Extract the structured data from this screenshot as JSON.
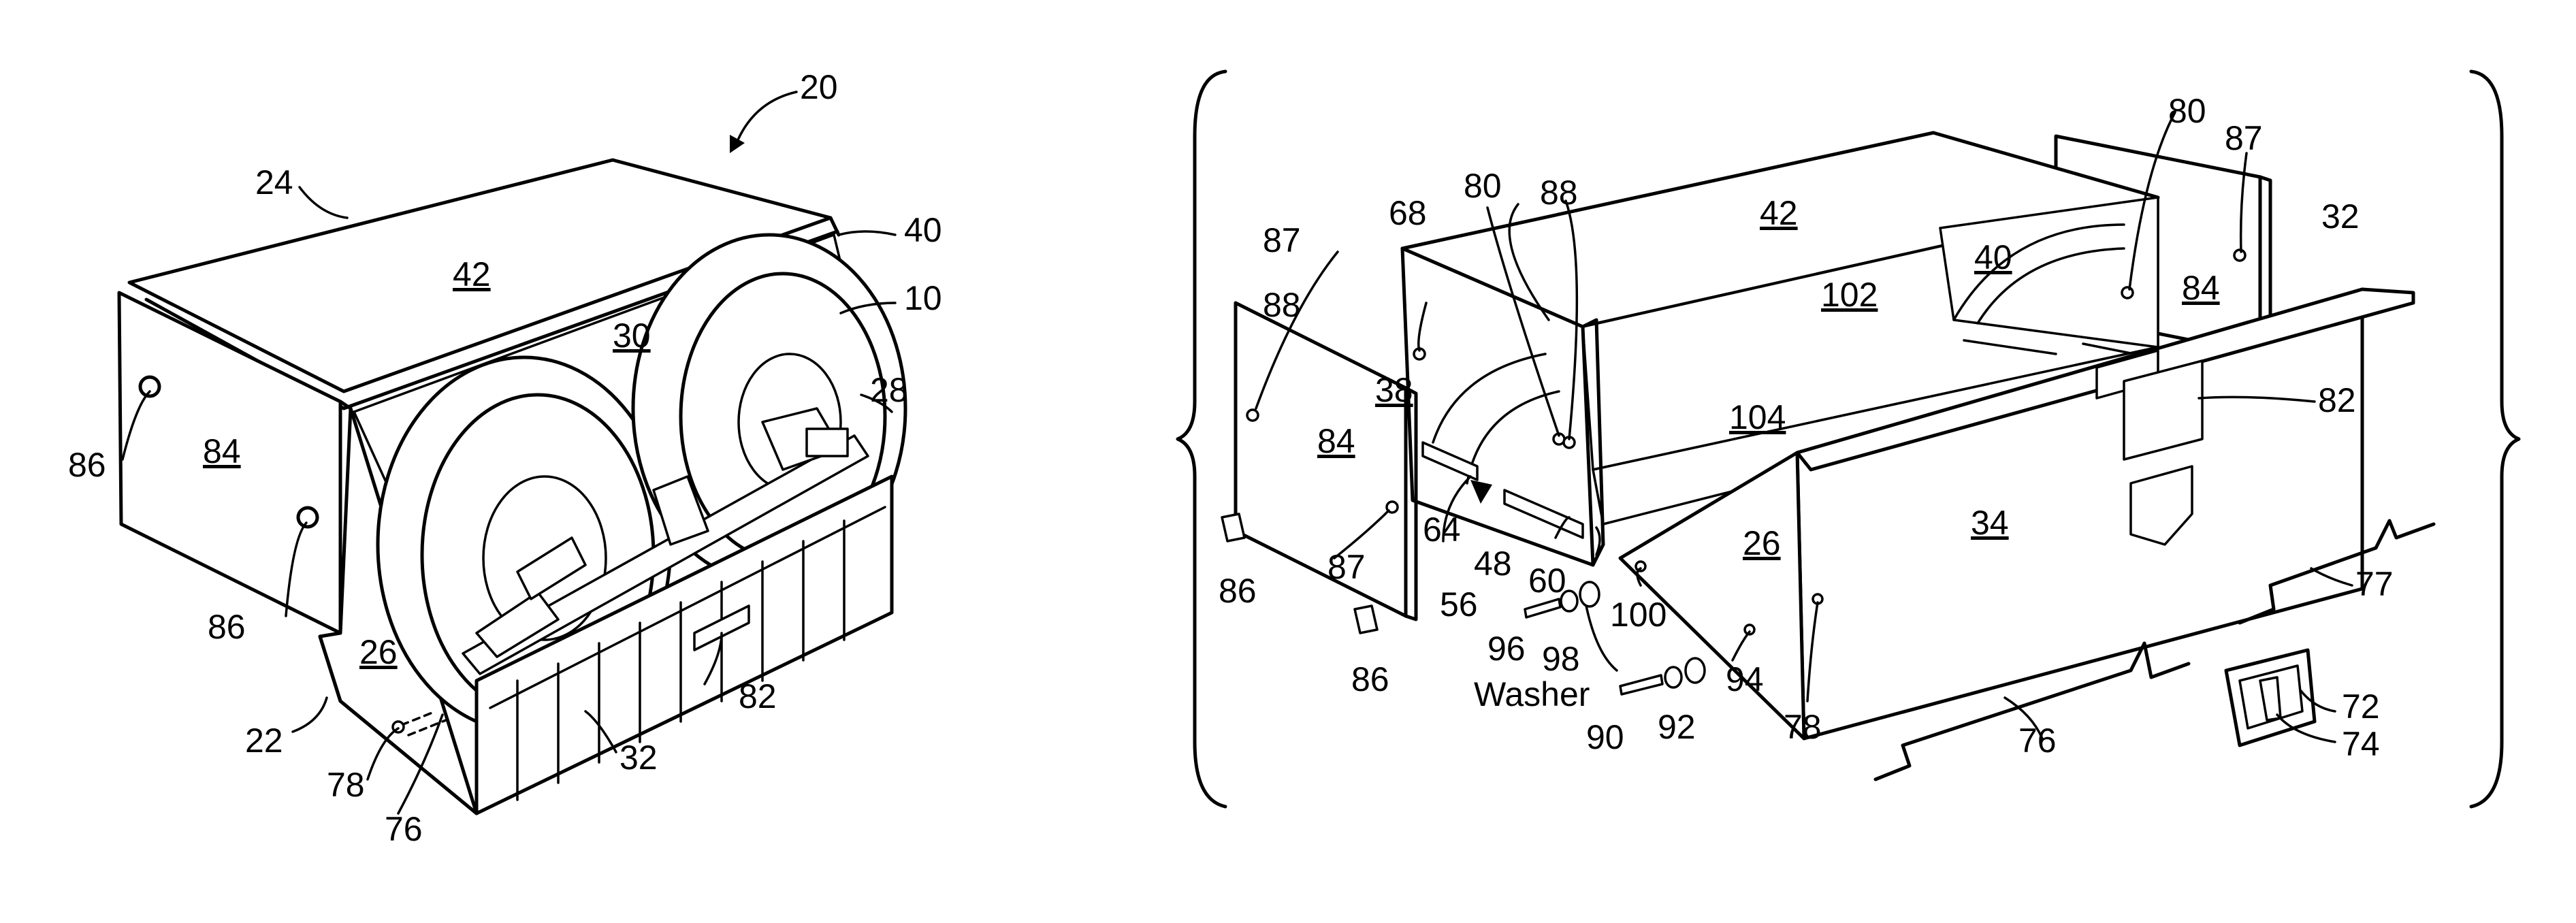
{
  "fig_left": {
    "assembly": "20",
    "top_edge": "24",
    "top_panel": "42",
    "end_flange": "40",
    "reel": "10",
    "inner_wall": "30",
    "support": "28",
    "end_plate": "84",
    "screw_upper": "86",
    "screw_lower": "86",
    "side_panel": "26",
    "slot": "82",
    "bottom_edge": "22",
    "hole": "78",
    "bar": "76",
    "base": "32"
  },
  "fig_right": {
    "plate_left": "84",
    "plate_right": "84",
    "hole_87_a": "87",
    "hole_87_b": "87",
    "hole_87_c": "87",
    "hole_88_a": "88",
    "hole_88_b": "88",
    "arc": "68",
    "hole_80_a": "80",
    "hole_80_b": "80",
    "top_panel": "42",
    "end_wall_left": "38",
    "end_wall_right": "40",
    "back_wall": "102",
    "floor": "104",
    "side_panel": "26",
    "front_wall": "34",
    "base_edge": "32",
    "slot": "82",
    "screw_a": "86",
    "screw_b": "86",
    "slot_64": "64",
    "slot_48": "48",
    "slot_60": "60",
    "arrow_56": "56",
    "hole_100": "100",
    "bolt_96": "96",
    "washer_98": "98",
    "washer_word": "Washer",
    "bolt_90": "90",
    "washer_92": "92",
    "hole_94": "94",
    "hole_78": "78",
    "rod_77": "77",
    "rod_76": "76",
    "bracket_72": "72",
    "pin_74": "74"
  }
}
